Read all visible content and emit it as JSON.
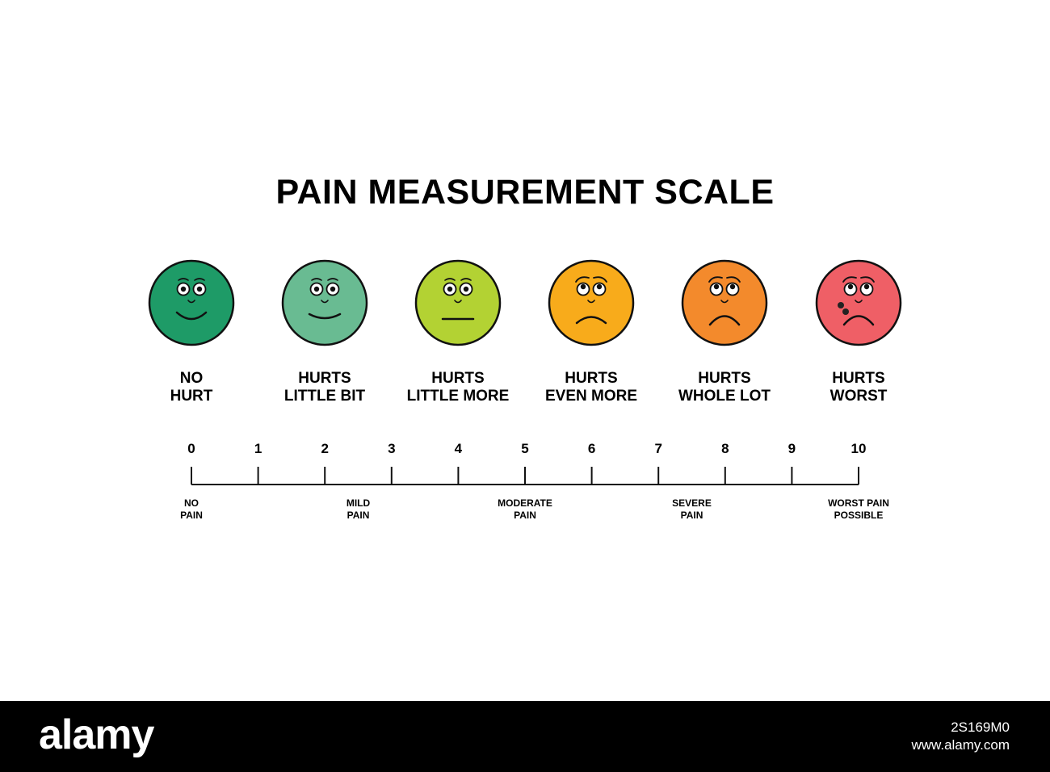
{
  "title": "PAIN MEASUREMENT SCALE",
  "faces": [
    {
      "line1": "NO",
      "line2": "HURT",
      "color": "#1e9b67",
      "mood": "happy",
      "value": 0
    },
    {
      "line1": "HURTS",
      "line2": "LITTLE BIT",
      "color": "#69bb92",
      "mood": "smile",
      "value": 2
    },
    {
      "line1": "HURTS",
      "line2": "LITTLE MORE",
      "color": "#b3d233",
      "mood": "neutral",
      "value": 4
    },
    {
      "line1": "HURTS",
      "line2": "EVEN MORE",
      "color": "#f8ab1b",
      "mood": "worried",
      "value": 6
    },
    {
      "line1": "HURTS",
      "line2": "WHOLE LOT",
      "color": "#f38a2c",
      "mood": "sad",
      "value": 8
    },
    {
      "line1": "HURTS",
      "line2": "WORST",
      "color": "#ef5f66",
      "mood": "crying",
      "value": 10
    }
  ],
  "scale": {
    "ticks": [
      "0",
      "1",
      "2",
      "3",
      "4",
      "5",
      "6",
      "7",
      "8",
      "9",
      "10"
    ],
    "bands": [
      {
        "line1": "NO",
        "line2": "PAIN",
        "value": 0
      },
      {
        "line1": "MILD",
        "line2": "PAIN",
        "value": 2.5
      },
      {
        "line1": "MODERATE",
        "line2": "PAIN",
        "value": 5
      },
      {
        "line1": "SEVERE",
        "line2": "PAIN",
        "value": 7.5
      },
      {
        "line1": "WORST PAIN",
        "line2": "POSSIBLE",
        "value": 10
      }
    ]
  },
  "watermark": {
    "logo": "alamy",
    "id": "2S169M0",
    "url": "www.alamy.com"
  }
}
